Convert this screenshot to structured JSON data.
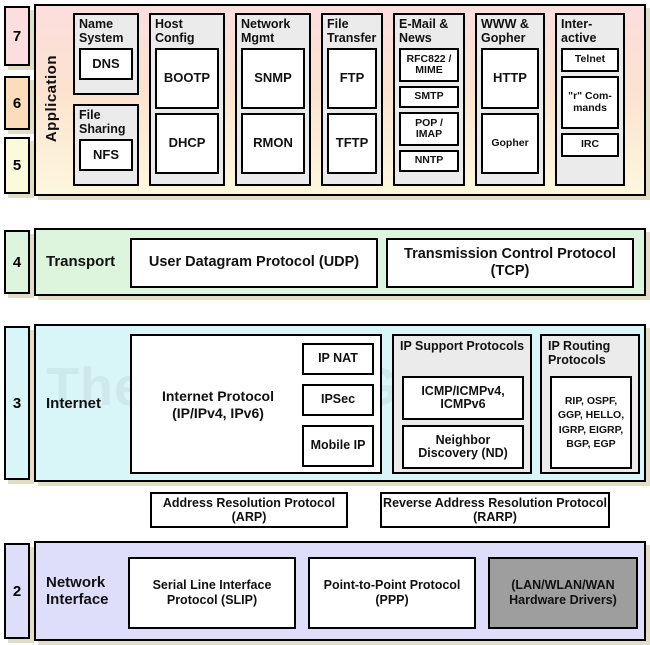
{
  "diagram": {
    "watermark": "The TCP/IP Guide",
    "osi_tabs": [
      {
        "number": "7",
        "color": "#fcdede"
      },
      {
        "number": "6",
        "color": "#fbdcbb"
      },
      {
        "number": "5",
        "color": "#fbfbdc"
      },
      {
        "number": "4",
        "color": "#ddf5dd"
      },
      {
        "number": "3",
        "color": "#d8f5f8"
      },
      {
        "number": "2",
        "color": "#dedefa"
      }
    ]
  },
  "application": {
    "name": "Application",
    "columns": [
      {
        "title": "Name System",
        "protocols": [
          {
            "label": "DNS"
          }
        ]
      },
      {
        "title": "File Sharing",
        "protocols": [
          {
            "label": "NFS"
          }
        ]
      },
      {
        "title": "Host Config",
        "protocols": [
          {
            "label": "BOOTP"
          },
          {
            "label": "DHCP"
          }
        ]
      },
      {
        "title": "Network Mgmt",
        "protocols": [
          {
            "label": "SNMP"
          },
          {
            "label": "RMON"
          }
        ]
      },
      {
        "title": "File Transfer",
        "protocols": [
          {
            "label": "FTP"
          },
          {
            "label": "TFTP"
          }
        ]
      },
      {
        "title": "E-Mail & News",
        "protocols": [
          {
            "label": "RFC822 / MIME"
          },
          {
            "label": "SMTP"
          },
          {
            "label": "POP / IMAP"
          },
          {
            "label": "NNTP"
          }
        ]
      },
      {
        "title": "WWW & Gopher",
        "protocols": [
          {
            "label": "HTTP"
          },
          {
            "label": "Gopher"
          }
        ]
      },
      {
        "title": "Inter-active",
        "protocols": [
          {
            "label": "Telnet"
          },
          {
            "label": "\"r\" Com-mands"
          },
          {
            "label": "IRC"
          }
        ]
      }
    ]
  },
  "transport": {
    "name": "Transport",
    "boxes": [
      {
        "label": "User Datagram Protocol (UDP)"
      },
      {
        "label": "Transmission Control Protocol (TCP)"
      }
    ]
  },
  "internet": {
    "name": "Internet",
    "ip_box": {
      "label": "Internet Protocol (IP/IPv4, IPv6)",
      "side_protocols": [
        {
          "label": "IP NAT"
        },
        {
          "label": "IPSec"
        },
        {
          "label": "Mobile IP"
        }
      ]
    },
    "support_group": {
      "title": "IP Support Protocols",
      "protocols": [
        {
          "label": "ICMP/ICMPv4, ICMPv6"
        },
        {
          "label": "Neighbor Discovery (ND)"
        }
      ]
    },
    "routing_group": {
      "title": "IP Routing Protocols",
      "protocols": [
        {
          "label": "RIP, OSPF, GGP, HELLO, IGRP, EIGRP, BGP, EGP"
        }
      ]
    },
    "address_resolution": [
      {
        "label": "Address Resolution Protocol (ARP)"
      },
      {
        "label": "Reverse Address Resolution Protocol (RARP)"
      }
    ]
  },
  "network_interface": {
    "name": "Network Interface",
    "boxes": [
      {
        "label": "Serial Line Interface Protocol (SLIP)",
        "color": "#ffffff"
      },
      {
        "label": "Point-to-Point Protocol (PPP)",
        "color": "#ffffff"
      },
      {
        "label": "(LAN/WLAN/WAN Hardware Drivers)",
        "color": "#9e9e9e"
      }
    ]
  }
}
